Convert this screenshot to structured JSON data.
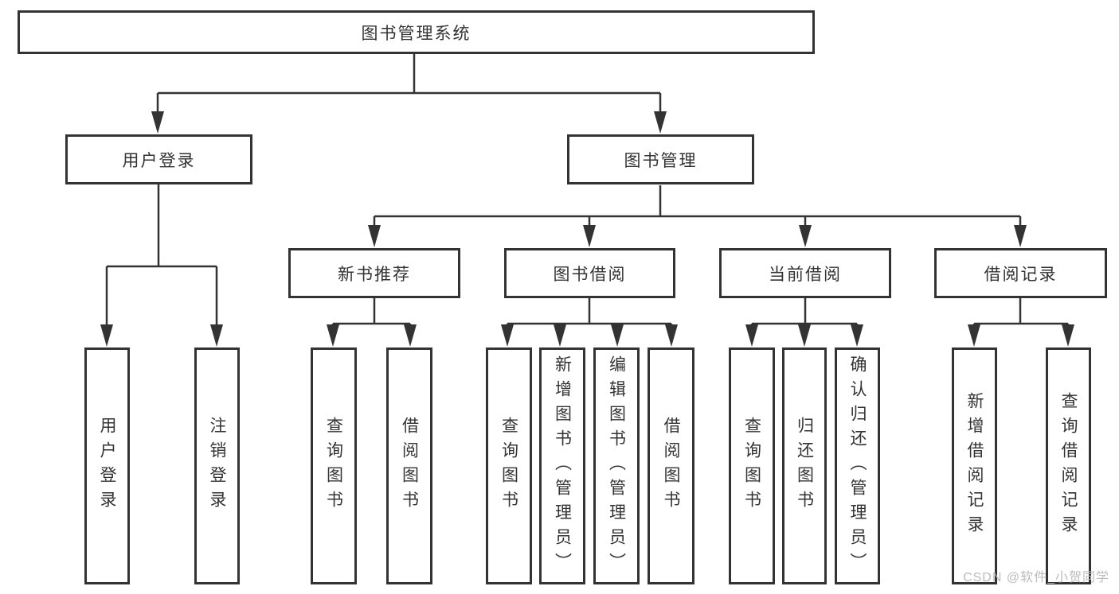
{
  "tree": {
    "root": {
      "label": "图书管理系统"
    },
    "branches": [
      {
        "label": "用户登录",
        "children": [
          {
            "label": "用户登录"
          },
          {
            "label": "注销登录"
          }
        ]
      },
      {
        "label": "图书管理",
        "groups": [
          {
            "label": "新书推荐",
            "children": [
              {
                "label": "查询图书"
              },
              {
                "label": "借阅图书"
              }
            ]
          },
          {
            "label": "图书借阅",
            "children": [
              {
                "label": "查询图书"
              },
              {
                "label": "新增图书（管理员）"
              },
              {
                "label": "编辑图书（管理员）"
              },
              {
                "label": "借阅图书"
              }
            ]
          },
          {
            "label": "当前借阅",
            "children": [
              {
                "label": "查询图书"
              },
              {
                "label": "归还图书"
              },
              {
                "label": "确认归还（管理员）"
              }
            ]
          },
          {
            "label": "借阅记录",
            "children": [
              {
                "label": "新增借阅记录"
              },
              {
                "label": "查询借阅记录"
              }
            ]
          }
        ]
      }
    ]
  },
  "watermark": {
    "text": "CSDN @软件_小贺同学"
  },
  "colors": {
    "line": "#333333",
    "box_border": "#333333",
    "text": "#333333",
    "watermark": "#b7b7b7",
    "background": "#ffffff"
  }
}
